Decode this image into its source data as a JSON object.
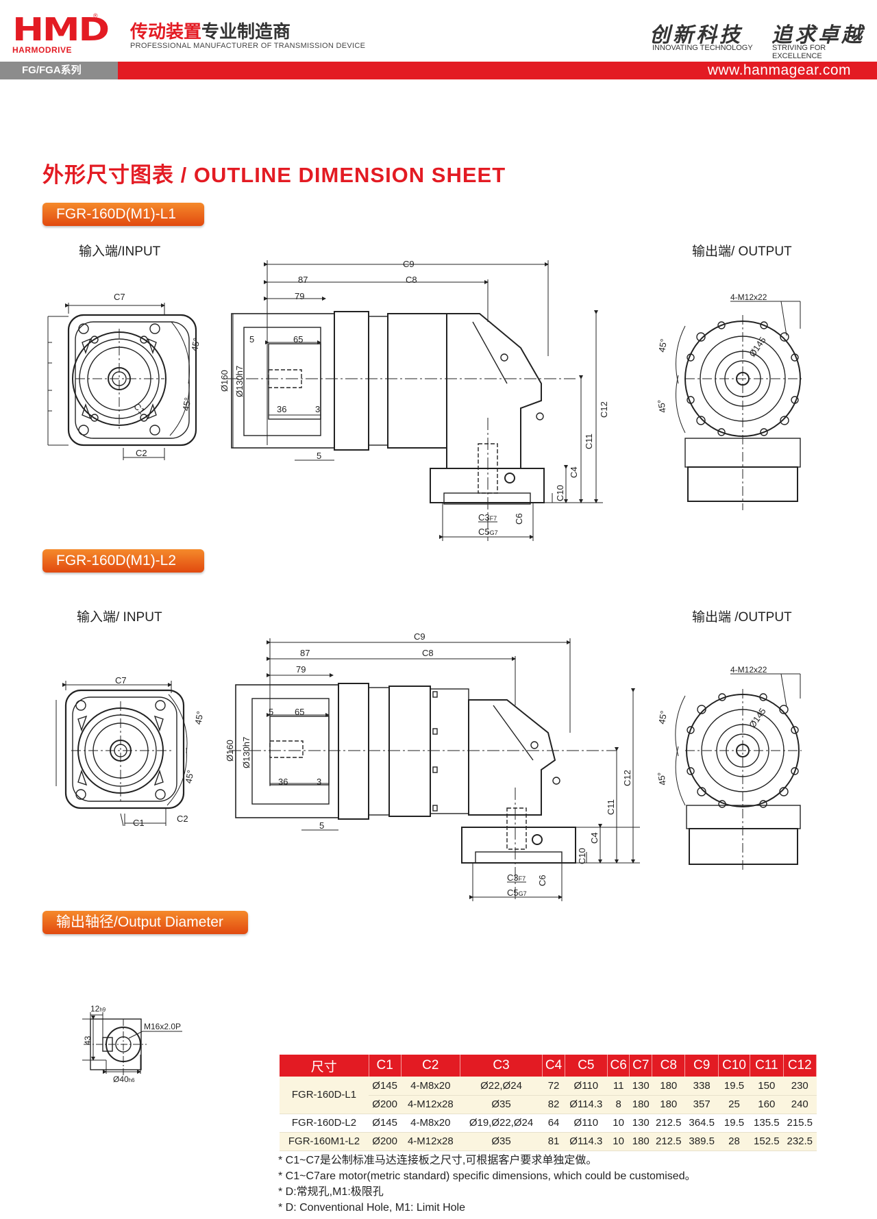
{
  "header": {
    "logo_text": "HMD",
    "logo_sub": "HARMODRIVE",
    "logo_reg": "®",
    "tagline_cn_red": "传动装置",
    "tagline_cn_dark": "专业制造商",
    "tagline_en": "PROFESSIONAL MANUFACTURER OF TRANSMISSION DEVICE",
    "slogan1_cn": "创新科技",
    "slogan1_en": "INNOVATING TECHNOLOGY",
    "slogan2_cn": "追求卓越",
    "slogan2_en": "STRIVING FOR EXCELLENCE",
    "series": "FG/FGA系列",
    "url": "www.hanmagear.com"
  },
  "title": "外形尺寸图表 / OUTLINE DIMENSION SHEET",
  "section1": {
    "model": "FGR-160D(M1)-L1",
    "input_label": "输入端/INPUT",
    "output_label": "输出端/ OUTPUT"
  },
  "section2": {
    "model": "FGR-160D(M1)-L2",
    "input_label": "输入端/ INPUT",
    "output_label": "输出端 /OUTPUT"
  },
  "section3": {
    "title": "输出轴径/Output Diameter"
  },
  "dims": {
    "c1": "C1",
    "c2": "C2",
    "c3": "C3",
    "c3_sub": "F7",
    "c4": "C4",
    "c5": "C5",
    "c5_sub": "G7",
    "c6": "C6",
    "c7": "C7",
    "c8": "C8",
    "c9": "C9",
    "c10": "C10",
    "c11": "C11",
    "c12": "C12",
    "d87": "87",
    "d79": "79",
    "d5": "5",
    "d65": "65",
    "d36": "36",
    "d3": "3",
    "dia160": "Ø160",
    "dia130": "Ø130h7",
    "dia145": "Ø145",
    "bolt": "4-M12x22",
    "angle": "45°",
    "shaft_key": "12",
    "shaft_key_sub": "h9",
    "shaft_h": "43",
    "shaft_thread": "M16x2.0P",
    "shaft_dia": "Ø40",
    "shaft_dia_sub": "h6"
  },
  "table": {
    "headers": [
      "尺寸",
      "C1",
      "C2",
      "C3",
      "C4",
      "C5",
      "C6",
      "C7",
      "C8",
      "C9",
      "C10",
      "C11",
      "C12"
    ],
    "group1_model": "FGR-160D-L1",
    "rows": [
      [
        "Ø145",
        "4-M8x20",
        "Ø22,Ø24",
        "72",
        "Ø110",
        "11",
        "130",
        "180",
        "338",
        "19.5",
        "150",
        "230"
      ],
      [
        "Ø200",
        "4-M12x28",
        "Ø35",
        "82",
        "Ø114.3",
        "8",
        "180",
        "180",
        "357",
        "25",
        "160",
        "240"
      ],
      [
        "FGR-160D-L2",
        "Ø145",
        "4-M8x20",
        "Ø19,Ø22,Ø24",
        "64",
        "Ø110",
        "10",
        "130",
        "212.5",
        "364.5",
        "19.5",
        "135.5",
        "215.5"
      ],
      [
        "FGR-160M1-L2",
        "Ø200",
        "4-M12x28",
        "Ø35",
        "81",
        "Ø114.3",
        "10",
        "180",
        "212.5",
        "389.5",
        "28",
        "152.5",
        "232.5"
      ]
    ]
  },
  "notes": [
    "* C1~C7是公制标准马达连接板之尺寸,可根据客户要求单独定做。",
    "* C1~C7are motor(metric standard)  specific dimensions, which could be customised。",
    "* D:常规孔,M1:极限孔",
    "* D: Conventional Hole, M1: Limit Hole"
  ]
}
